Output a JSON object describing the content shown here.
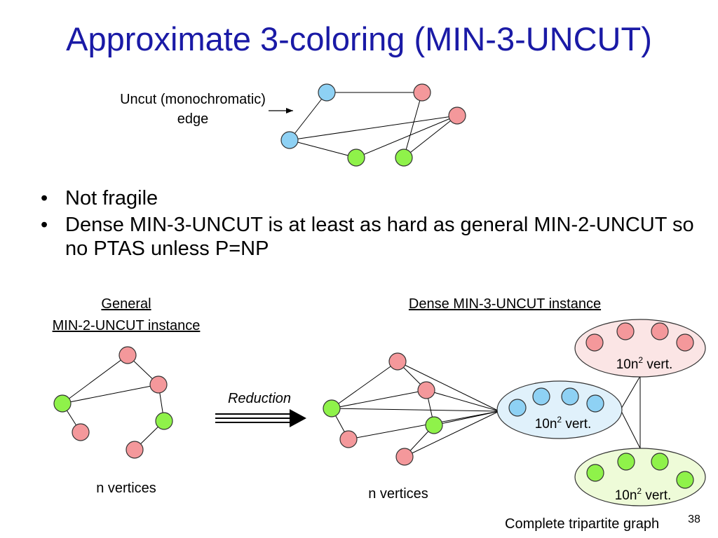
{
  "title": "Approximate 3-coloring (MIN-3-UNCUT)",
  "annotation": {
    "line1": "Uncut (monochromatic)",
    "line2": "edge"
  },
  "bullets": [
    "Not fragile",
    "Dense MIN-3-UNCUT is at least as hard as general MIN-2-UNCUT so no PTAS unless P=NP"
  ],
  "bullet_symbol": "•",
  "general": {
    "heading_line1": "General",
    "heading_line2": "MIN-2-UNCUT instance",
    "caption": "n vertices"
  },
  "dense": {
    "heading": "Dense MIN-3-UNCUT instance",
    "caption": "n vertices"
  },
  "reduction_label": "Reduction",
  "cluster_base": "10n",
  "cluster_exp": "2",
  "cluster_suffix": " vert.",
  "tripartite_caption": "Complete tripartite graph",
  "page_number": "38",
  "colors": {
    "title": "#1a1aa6",
    "red": "#f4989b",
    "blue": "#8ed1f4",
    "green": "#8ff24a",
    "red_group": "#fbe5e5",
    "blue_group": "#e0f1fb",
    "green_group": "#eefbd8"
  }
}
